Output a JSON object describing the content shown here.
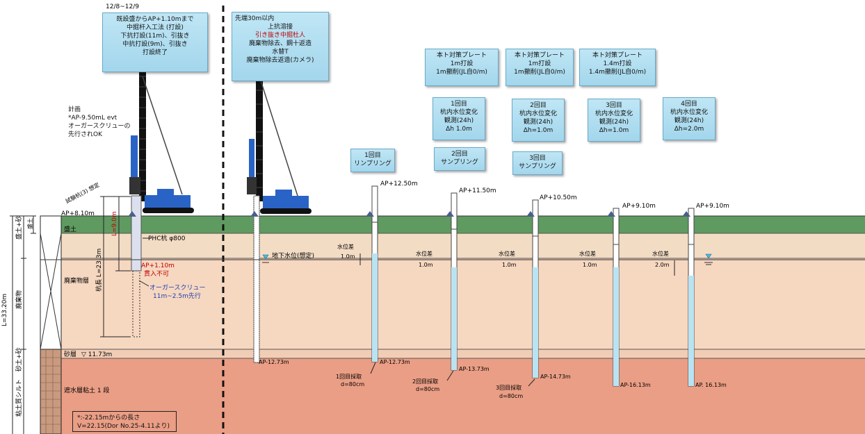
{
  "top_date": "12/8~12/9",
  "callouts": {
    "left_box": [
      "既設盛からAP+1.10mまで",
      "中掘杆入工法 (打設)",
      "下抗打設(11m)、引抜き",
      "中抗打設(9m)、引抜き",
      "打設終了"
    ],
    "middle_box": [
      "先端30m以内",
      "上抗溶接",
      "引き抜き中掘杜人",
      "廃棄物除去、鋼十返造",
      "水替T",
      "廃棄物除去返造(カメラ)"
    ],
    "plate1": [
      "本ト対策プレート",
      "1m打設",
      "1m撤削(JL自0/m)"
    ],
    "plate2": [
      "本ト対策プレート",
      "1m打設",
      "1m撤削(JL自0/m)"
    ],
    "plate3": [
      "本ト対策プレート",
      "1.4m打設",
      "1.4m撤削(JL自0/m)"
    ],
    "obs1": [
      "1回目",
      "杭内水位変化",
      "観測(24h)",
      "Δh 1.0m"
    ],
    "obs2": [
      "2回目",
      "杭内水位変化",
      "観測(24h)",
      "Δh=1.0m"
    ],
    "obs3": [
      "3回目",
      "杭内水位変化",
      "観測(24h)",
      "Δh=1.0m"
    ],
    "obs4": [
      "4回目",
      "杭内水位変化",
      "観測(24h)",
      "Δh=2.0m"
    ],
    "samp1": [
      "1回目",
      "リンプリング"
    ],
    "samp2": [
      "2回目",
      "サンプリング"
    ],
    "samp3": [
      "3回目",
      "サンプリング"
    ]
  },
  "plan_note": [
    "計画",
    "*AP-9.50mL evt",
    "オーガースクリューの",
    "先行されOK"
  ],
  "trial_pile_label": "試験杭(3) 想定",
  "ground_level": "AP+8.10m",
  "layers": {
    "fill": "盛土",
    "waste": "廃棄物層",
    "sand": "砂層",
    "clay": "粘土質シルト",
    "bottom": "遮水層粘土 1 段"
  },
  "left_axis": {
    "top": "盛土+砂",
    "fill_small": "盛土",
    "middle": "廃棄物",
    "lower": "砂土+砂",
    "bottom": "粘土質シルト",
    "total": "L=33.20m"
  },
  "pile_spec": "PHC杭 φ800",
  "stop_label": [
    "AP+1.10m",
    "貫入不可"
  ],
  "auger_label": [
    "オーガースクリュー",
    "11m~2.5m先行"
  ],
  "pile_length_red": "L=9.0m",
  "pile_length_total": "杭長 L=23.3m",
  "gw_label": "地下水位(想定)",
  "water_diff_label": "水位差",
  "water_diff_1": "1.0m",
  "water_diffs": [
    "1.0m",
    "1.0m",
    "1.0m",
    "2.0m"
  ],
  "sand_level": "▽ 11.73m",
  "elev_tops": [
    "AP+12.50m",
    "AP+11.50m",
    "AP+10.50m",
    "AP+9.10m",
    "AP+9.10m"
  ],
  "elev_bottoms": [
    "AP-12.73m",
    "AP-12.73m",
    "AP-13.73m",
    "AP-14.73m",
    "AP-16.13m",
    "AP. 16.13m"
  ],
  "sample_notes": [
    [
      "1回目採取",
      "d=80cm"
    ],
    [
      "2回目採取",
      "d=80cm"
    ],
    [
      "3回目採取",
      "d=80cm"
    ]
  ],
  "bottom_note": [
    "*:-22.15mからの長さ",
    "V=22.15(Dor No.25-4.11より)"
  ],
  "colors": {
    "sky": "#ffffff",
    "grass": "#5f9a60",
    "fill_layer": "#f3dcc4",
    "waste_layer": "#f6d7c0",
    "sand_layer": "#f3d2bb",
    "clay_layer": "#ec9f86",
    "pile_fill": "#dff1fa",
    "pile_water": "#b9e3f3",
    "crane": "#2a63c6"
  }
}
